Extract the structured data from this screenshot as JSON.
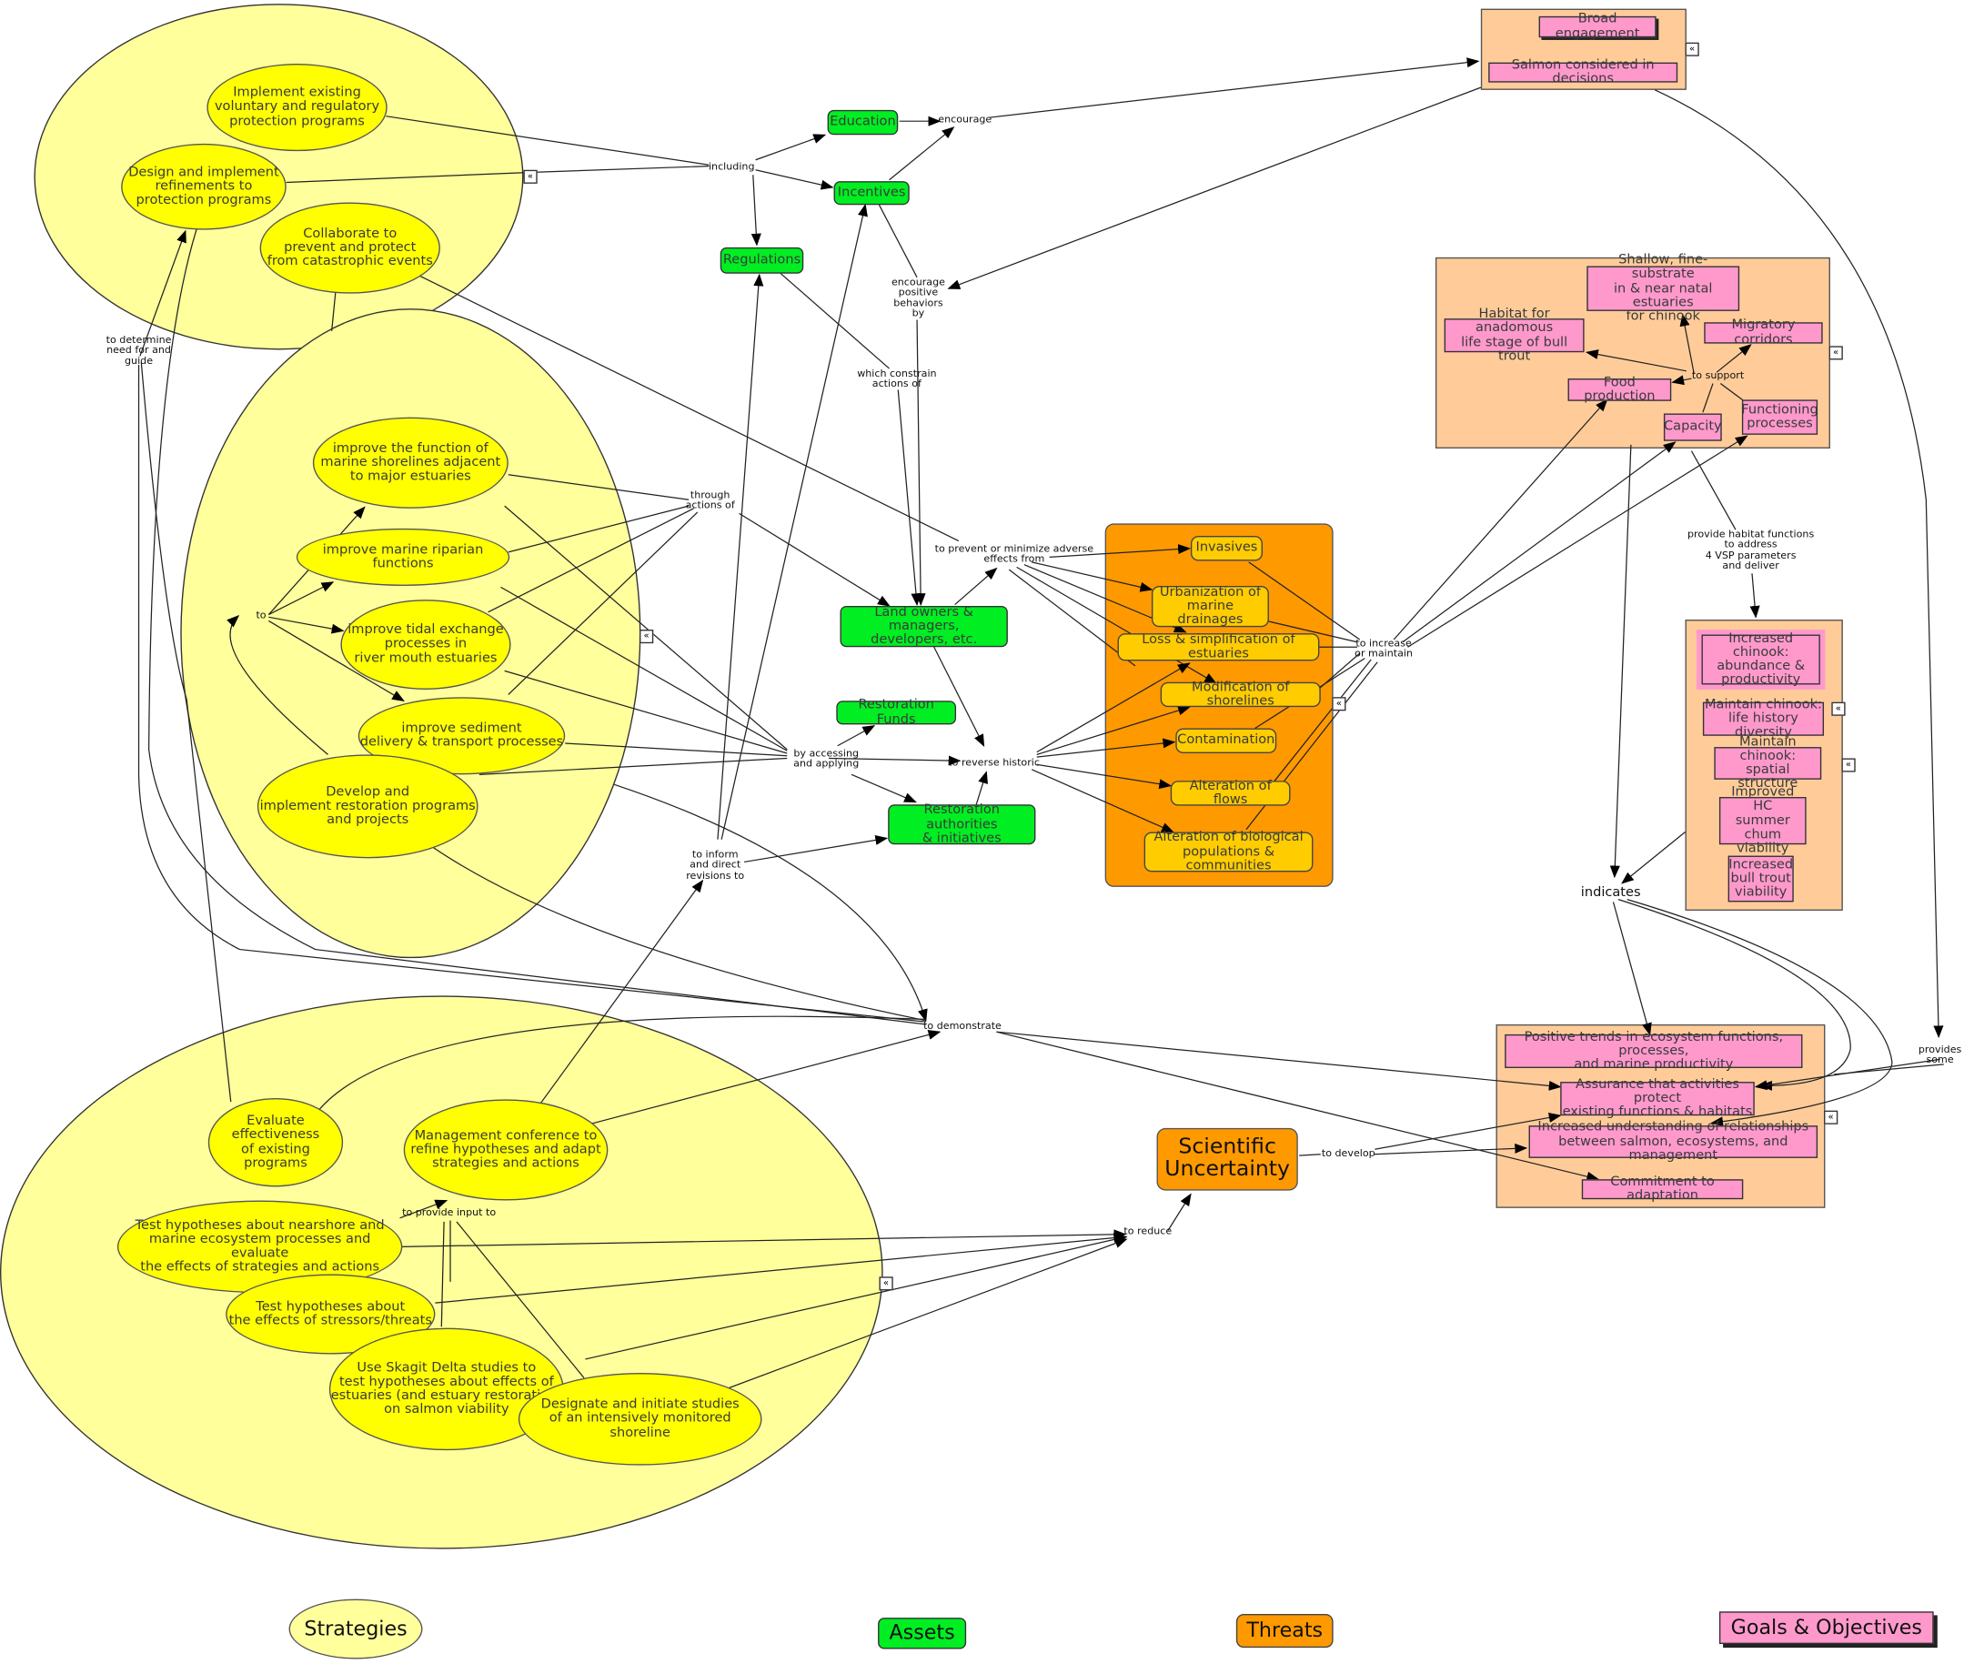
{
  "labels": {
    "including": "including",
    "encourage": "encourage",
    "encourage_positive": "encourage\npositive\nbehaviors\nby",
    "which_constrain": "which constrain\nactions of",
    "to_determine": "to determine\nneed for and\nguide",
    "through_actions": "through\nactions of",
    "to": "to",
    "to_prevent": "to prevent or minimize adverse\neffects from",
    "by_accessing": "by accessing\nand applying",
    "to_reverse": "to reverse historic",
    "to_inform": "to inform\nand direct\nrevisions to",
    "to_demonstrate": "to demonstrate",
    "to_provide_input": "to provide input to",
    "to_reduce": "to reduce",
    "to_develop": "to develop",
    "to_increase": "to increase\nor maintain",
    "to_support": "to support",
    "provide_habitat": "provide habitat functions\nto address\n4 VSP parameters\nand deliver",
    "indicates": "indicates",
    "provides_some": "provides some"
  },
  "strategies": {
    "implement_existing": "Implement existing\nvoluntary and regulatory\nprotection programs",
    "design_implement": "Design and implement\nrefinements to\nprotection programs",
    "collaborate": "Collaborate to\nprevent and protect\nfrom catastrophic events",
    "improve_shorelines": "improve the function of\nmarine shorelines adjacent\nto major estuaries",
    "improve_riparian": "improve marine riparian functions",
    "improve_tidal": "improve tidal exchange\nprocesses in\nriver mouth estuaries",
    "improve_sediment": "improve sediment\ndelivery & transport processes",
    "develop_restoration": "Develop and\nimplement restoration programs\nand projects",
    "evaluate": "Evaluate\neffectiveness\nof existing\nprograms",
    "management_conference": "Management conference to\nrefine hypotheses and adapt\nstrategies and actions",
    "test_nearshore": "Test hypotheses about nearshore and\nmarine ecosystem processes and evaluate\nthe effects of strategies and actions",
    "test_stressors": "Test hypotheses about\nthe effects of stressors/threats",
    "skagit": "Use Skagit Delta studies to\ntest hypotheses about effects of\nestuaries (and estuary restoration)\non salmon viability",
    "designate": "Designate and initiate studies\nof an intensively monitored shoreline"
  },
  "assets": {
    "education": "Education",
    "incentives": "Incentives",
    "regulations": "Regulations",
    "landowners": "Land owners & managers,\ndevelopers, etc.",
    "restoration_funds": "Restoration Funds",
    "restoration_authorities": "Restoration authorities\n& initiatives"
  },
  "threats": {
    "invasives": "Invasives",
    "urbanization": "Urbanization of\nmarine drainages",
    "loss_estuaries": "Loss & simplification of estuaries",
    "modification": "Modification of shorelines",
    "contamination": "Contamination",
    "flows": "Alteration of flows",
    "biological": "Alteration of biological\npopulations & communities",
    "scientific": "Scientific\nUncertainty"
  },
  "goals": {
    "broad": "Broad engagement",
    "salmon_decisions": "Salmon considered in decisions",
    "shallow": "Shallow, fine-substrate\nin & near natal estuaries\nfor chinook",
    "habitat_bull": "Habitat for anadomous\nlife stage of bull trout",
    "migratory": "Migratory corridors",
    "food": "Food production",
    "capacity": "Capacity",
    "functioning": "Functioning\nprocesses",
    "chinook_abundance": "Increased chinook:\nabundance &\nproductivity",
    "chinook_life": "Maintain chinook:\nlife history diversity",
    "chinook_spatial": "Maintain chinook:\nspatial structure",
    "hc_chum": "Improved HC\nsummer chum\nviability",
    "bull_viability": "Increased\nbull trout\nviability",
    "positive_trends": "Positive trends in ecosystem functions, processes,\nand marine productivity",
    "assurance": "Assurance that activities protect\nexisting functions & habitats",
    "understanding": "Increased understanding of relationships\nbetween salmon, ecosystems, and management",
    "commitment": "Commitment to adaptation"
  },
  "legend": {
    "strategies": "Strategies",
    "assets": "Assets",
    "threats": "Threats",
    "goals": "Goals & Objectives"
  },
  "colors": {
    "strategy": "#ffff00",
    "strategy_group": "#ffff9c",
    "asset": "#00ee22",
    "threat": "#ff9900",
    "threat_item": "#ffcc00",
    "goal": "#ff99cc",
    "goal_group": "#ffcc99"
  }
}
